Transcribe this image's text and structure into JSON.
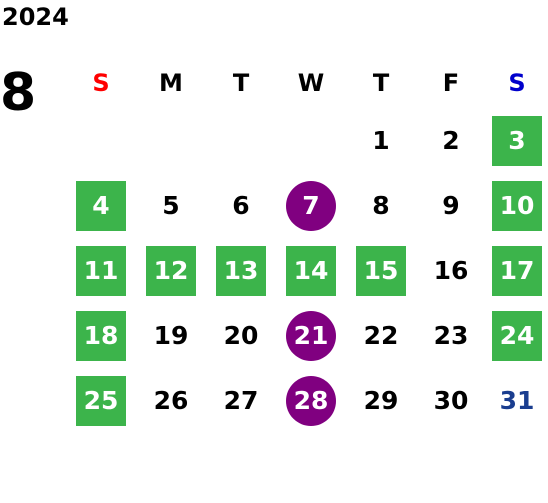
{
  "calendar": {
    "year": "2024",
    "month": "8",
    "weekdays": [
      {
        "label": "S",
        "color": "#ff0000"
      },
      {
        "label": "M",
        "color": "#000000"
      },
      {
        "label": "T",
        "color": "#000000"
      },
      {
        "label": "W",
        "color": "#000000"
      },
      {
        "label": "T",
        "color": "#000000"
      },
      {
        "label": "F",
        "color": "#000000"
      },
      {
        "label": "S",
        "color": "#0000cc"
      }
    ],
    "weeks": [
      [
        {
          "day": "",
          "style": "plain"
        },
        {
          "day": "",
          "style": "plain"
        },
        {
          "day": "",
          "style": "plain"
        },
        {
          "day": "",
          "style": "plain"
        },
        {
          "day": "1",
          "style": "plain"
        },
        {
          "day": "2",
          "style": "plain"
        },
        {
          "day": "3",
          "style": "green"
        }
      ],
      [
        {
          "day": "4",
          "style": "green"
        },
        {
          "day": "5",
          "style": "plain"
        },
        {
          "day": "6",
          "style": "plain"
        },
        {
          "day": "7",
          "style": "purple"
        },
        {
          "day": "8",
          "style": "plain"
        },
        {
          "day": "9",
          "style": "plain"
        },
        {
          "day": "10",
          "style": "green"
        }
      ],
      [
        {
          "day": "11",
          "style": "green"
        },
        {
          "day": "12",
          "style": "green"
        },
        {
          "day": "13",
          "style": "green"
        },
        {
          "day": "14",
          "style": "green"
        },
        {
          "day": "15",
          "style": "green"
        },
        {
          "day": "16",
          "style": "plain"
        },
        {
          "day": "17",
          "style": "green"
        }
      ],
      [
        {
          "day": "18",
          "style": "green"
        },
        {
          "day": "19",
          "style": "plain"
        },
        {
          "day": "20",
          "style": "plain"
        },
        {
          "day": "21",
          "style": "purple"
        },
        {
          "day": "22",
          "style": "plain"
        },
        {
          "day": "23",
          "style": "plain"
        },
        {
          "day": "24",
          "style": "green"
        }
      ],
      [
        {
          "day": "25",
          "style": "green"
        },
        {
          "day": "26",
          "style": "plain"
        },
        {
          "day": "27",
          "style": "plain"
        },
        {
          "day": "28",
          "style": "purple"
        },
        {
          "day": "29",
          "style": "plain"
        },
        {
          "day": "30",
          "style": "plain"
        },
        {
          "day": "31",
          "style": "blue-text"
        }
      ]
    ],
    "colors": {
      "holiday_green": "#3cb44b",
      "event_purple": "#800080",
      "sunday_red": "#ff0000",
      "saturday_blue": "#0000cc",
      "day31_blue": "#1a3d8f"
    }
  }
}
